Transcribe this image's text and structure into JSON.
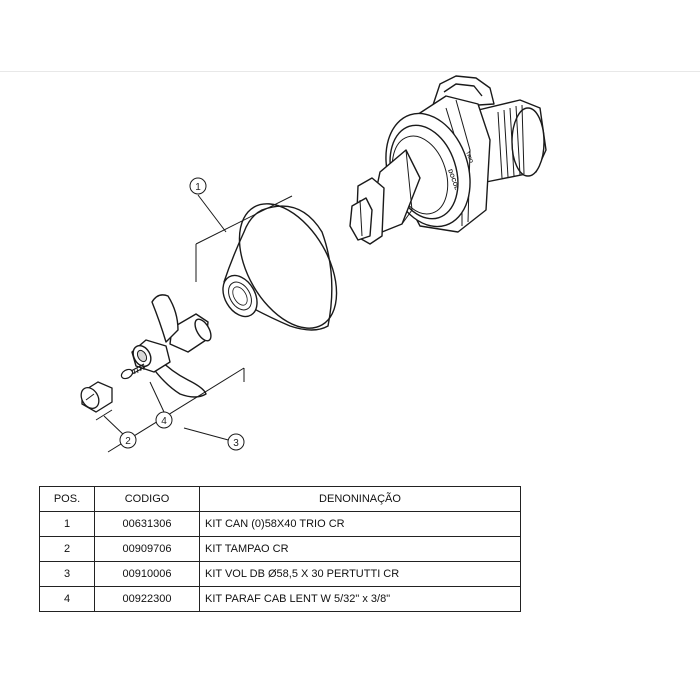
{
  "callouts": [
    "1",
    "2",
    "3",
    "4"
  ],
  "valve_markings": [
    "DOCOL",
    "TRIO"
  ],
  "table": {
    "headers": [
      "POS.",
      "CODIGO",
      "DENONINAÇÃO"
    ],
    "rows": [
      {
        "pos": "1",
        "codigo": "00631306",
        "denominacao": "KIT CAN (0)58X40 TRIO CR"
      },
      {
        "pos": "2",
        "codigo": "00909706",
        "denominacao": "KIT TAMPAO CR"
      },
      {
        "pos": "3",
        "codigo": "00910006",
        "denominacao": "KIT VOL DB Ø58,5 X 30 PERTUTTI CR"
      },
      {
        "pos": "4",
        "codigo": "00922300",
        "denominacao": "KIT PARAF CAB LENT W 5/32\" x 3/8\""
      }
    ]
  }
}
